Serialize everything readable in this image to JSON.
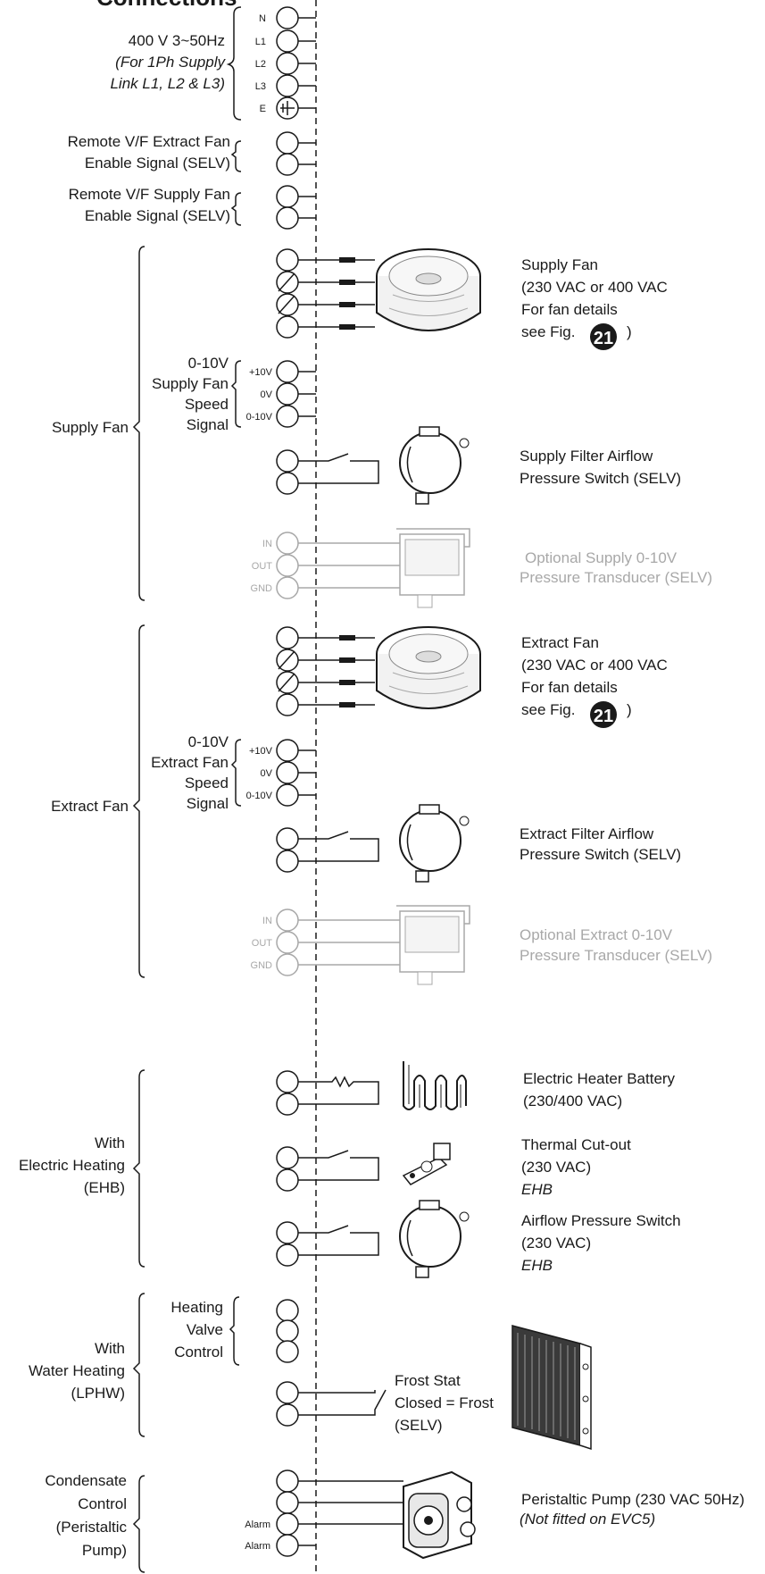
{
  "title": "Connections",
  "supply": {
    "terminals": [
      "N",
      "L1",
      "L2",
      "L3",
      "E"
    ],
    "voltage": "400 V 3~50Hz",
    "note_line1": "(For 1Ph Supply",
    "note_line2": "Link L1, L2 & L3)"
  },
  "remote_extract": {
    "line1": "Remote V/F Extract Fan",
    "line2": "Enable Signal (SELV)"
  },
  "remote_supply": {
    "line1": "Remote V/F Supply Fan",
    "line2": "Enable Signal (SELV)"
  },
  "supply_fan": {
    "group_label": "Supply Fan",
    "fan_line1": "Supply Fan",
    "fan_line2": "(230 VAC or 400 VAC",
    "fan_line3": "For fan details",
    "fan_line4": "see Fig.",
    "fig_number": "21",
    "fan_close": ")",
    "speed_line1": "0-10V",
    "speed_line2": "Supply Fan",
    "speed_line3": "Speed",
    "speed_line4": "Signal",
    "speed_terms": [
      "+10V",
      "0V",
      "0-10V"
    ],
    "filter_line1": "Supply Filter Airflow",
    "filter_line2": "Pressure Switch (SELV)",
    "transducer_terms": [
      "IN",
      "OUT",
      "GND"
    ],
    "transducer_line1": "Optional Supply 0-10V",
    "transducer_line2": "Pressure Transducer (SELV)"
  },
  "extract_fan": {
    "group_label": "Extract Fan",
    "fan_line1": "Extract Fan",
    "fan_line2": "(230 VAC or 400 VAC",
    "fan_line3": "For fan details",
    "fan_line4": "see Fig.",
    "fig_number": "21",
    "fan_close": ")",
    "speed_line1": "0-10V",
    "speed_line2": "Extract Fan",
    "speed_line3": "Speed",
    "speed_line4": "Signal",
    "speed_terms": [
      "+10V",
      "0V",
      "0-10V"
    ],
    "filter_line1": "Extract Filter Airflow",
    "filter_line2": "Pressure Switch (SELV)",
    "transducer_terms": [
      "IN",
      "OUT",
      "GND"
    ],
    "transducer_line1": "Optional Extract 0-10V",
    "transducer_line2": "Pressure Transducer (SELV)"
  },
  "electric": {
    "group_line1": "With",
    "group_line2": "Electric Heating",
    "group_line3": "(EHB)",
    "heater_line1": "Electric Heater Battery",
    "heater_line2": "(230/400 VAC)",
    "cutout_line1": "Thermal Cut-out",
    "cutout_line2": "(230 VAC)",
    "cutout_line3": "EHB",
    "aps_line1": "Airflow Pressure Switch",
    "aps_line2": "(230 VAC)",
    "aps_line3": "EHB"
  },
  "water": {
    "group_line1": "With",
    "group_line2": "Water Heating",
    "group_line3": "(LPHW)",
    "valve_line1": "Heating",
    "valve_line2": "Valve",
    "valve_line3": "Control",
    "frost_line1": "Frost Stat",
    "frost_line2": "Closed = Frost",
    "frost_line3": "(SELV)"
  },
  "condensate": {
    "group_line1": "Condensate",
    "group_line2": "Control",
    "group_line3": "(Peristaltic",
    "group_line4": "Pump)",
    "alarm_terms": [
      "Alarm",
      "Alarm"
    ],
    "pump_line1": "Peristaltic Pump (230 VAC 50Hz)",
    "pump_line2": "(Not fitted on EVC5)"
  }
}
